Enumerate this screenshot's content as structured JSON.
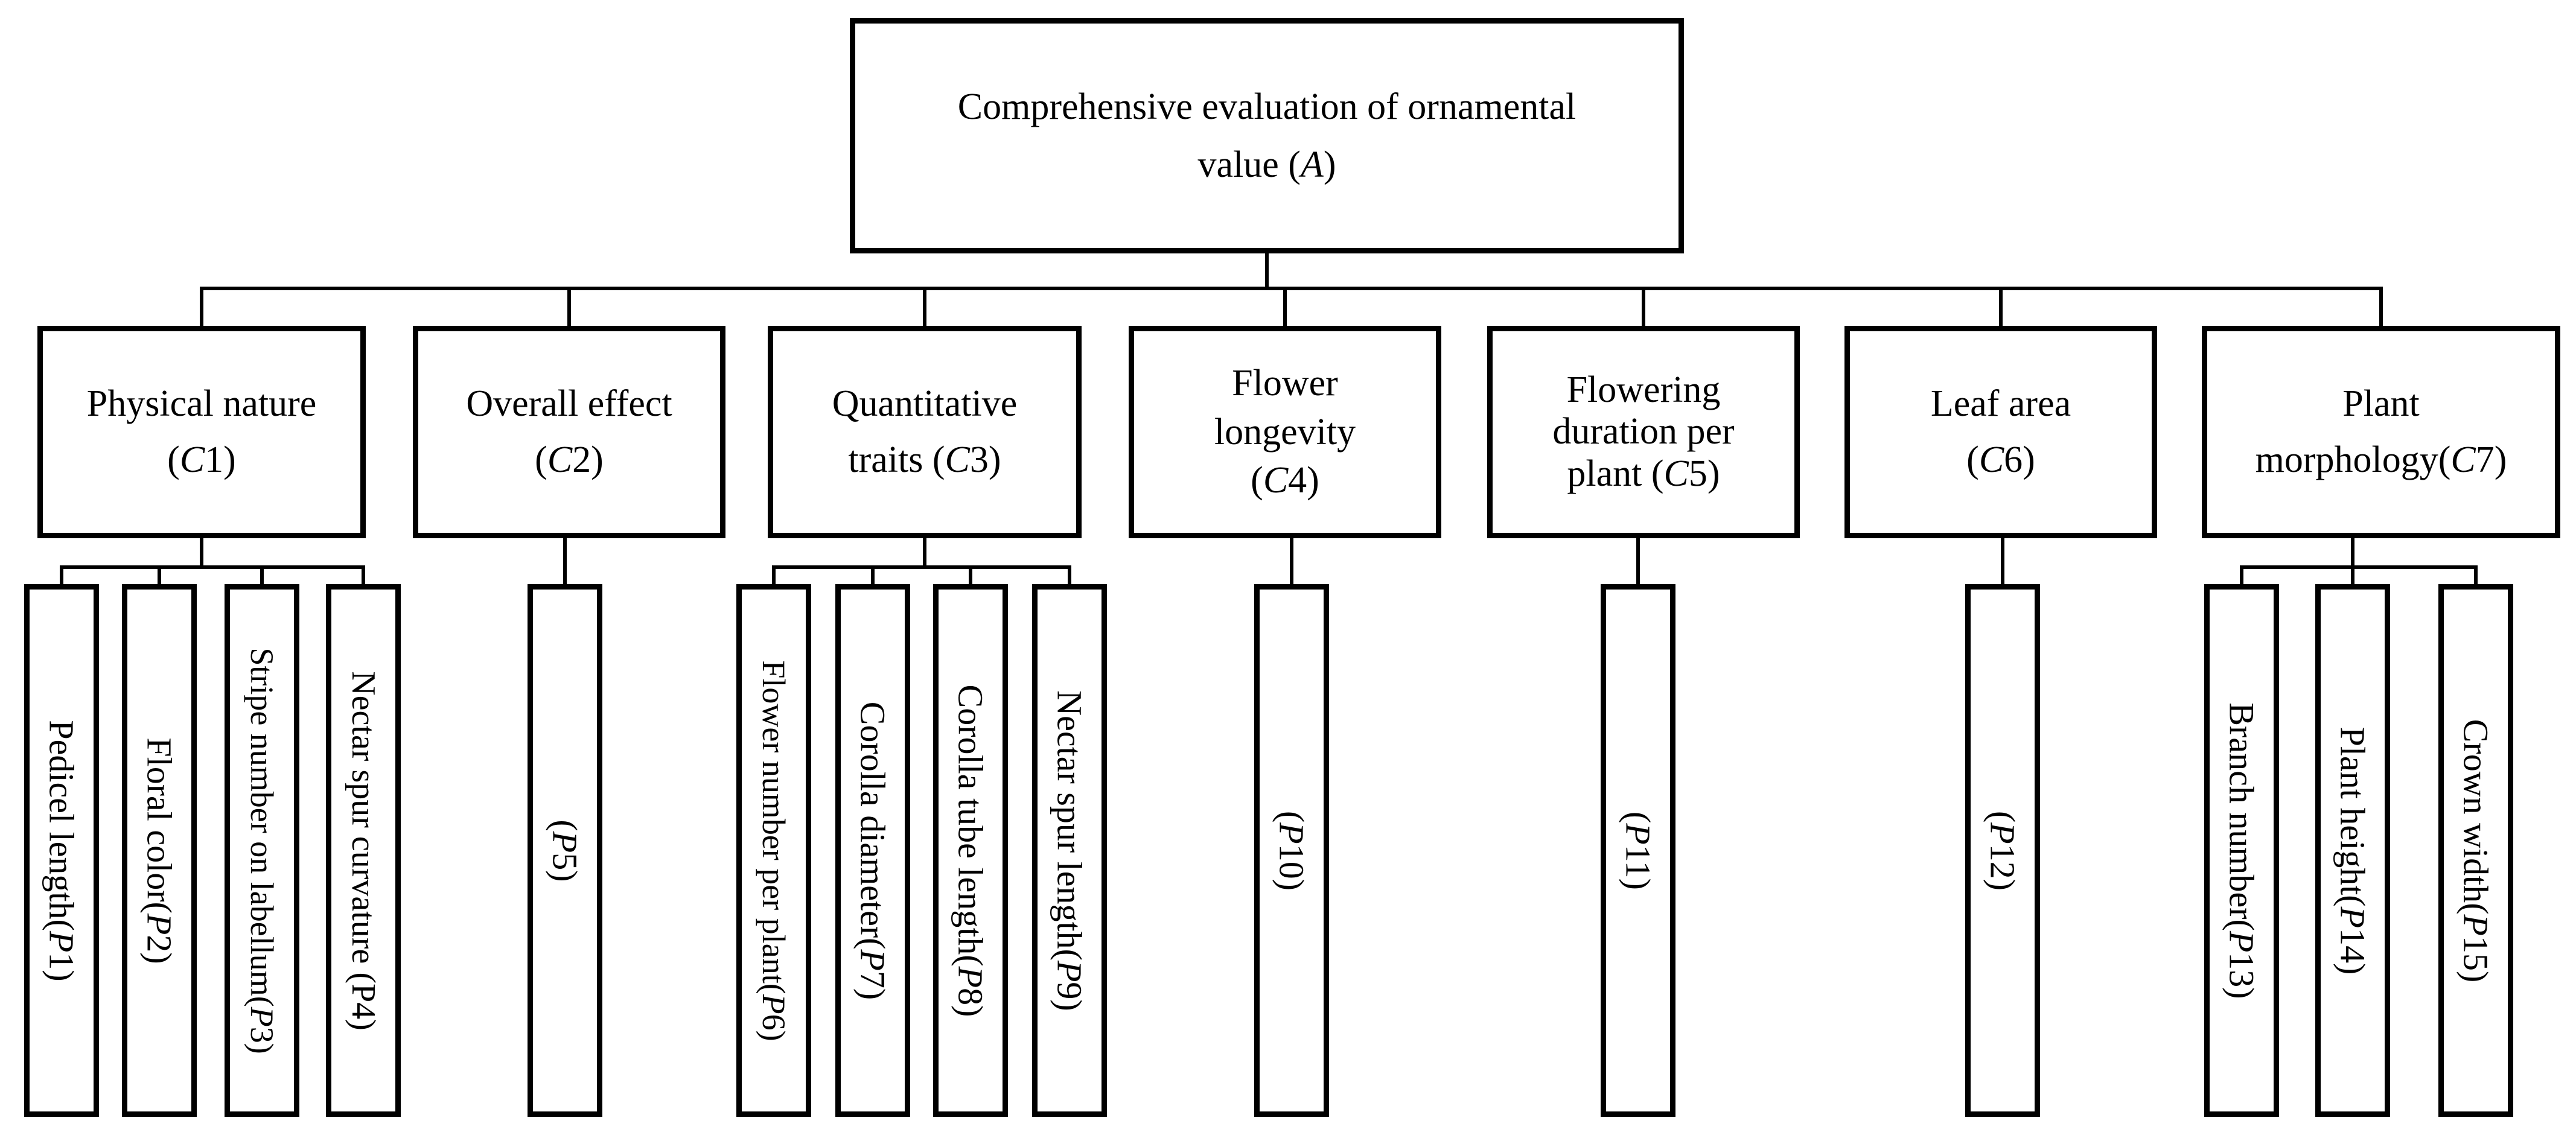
{
  "goal": {
    "pre": "Comprehensive evaluation of ornamental",
    "pre2": "value (",
    "var": "A",
    "post": ")"
  },
  "criteria": [
    {
      "line1": "Physical nature",
      "line2_pre": "(",
      "var": "C",
      "num": "1",
      "line2_post": ")"
    },
    {
      "line1": "Overall effect",
      "line2_pre": "(",
      "var": "C",
      "num": "2",
      "line2_post": ")"
    },
    {
      "line1": "Quantitative",
      "line2_pre": "traits (",
      "var": "C",
      "num": "3",
      "line2_post": ")"
    },
    {
      "line1": "Flower",
      "line1b": "longevity",
      "line2_pre": "(",
      "var": "C",
      "num": "4",
      "line2_post": ")"
    },
    {
      "line1": "Flowering",
      "line1b": "duration per",
      "line2_pre": "plant (",
      "var": "C",
      "num": "5",
      "line2_post": ")"
    },
    {
      "line1": "Leaf area",
      "line2_pre": "(",
      "var": "C",
      "num": "6",
      "line2_post": ")"
    },
    {
      "line1": "Plant",
      "line2_pre": "morphology(",
      "var": "C",
      "num": "7",
      "line2_post": ")"
    }
  ],
  "indicators": [
    {
      "pre": "Pedicel length(",
      "var": "P",
      "num": "1",
      "post": ")"
    },
    {
      "pre": "Floral color(",
      "var": "P",
      "num": "2",
      "post": ")"
    },
    {
      "pre": "Stripe   number on labellum(",
      "var": "P",
      "num": "3",
      "post": ")"
    },
    {
      "pre": "Nectar spur curvature (P4)",
      "var": "",
      "num": "",
      "post": ""
    },
    {
      "pre": "(",
      "var": "P",
      "num": "5",
      "post": ")"
    },
    {
      "pre": "Flower number per plant(",
      "var": "P",
      "num": "6",
      "post": ")"
    },
    {
      "pre": "Corolla diameter(",
      "var": "P",
      "num": "7",
      "post": ")"
    },
    {
      "pre": "Corolla tube length(",
      "var": "P",
      "num": "8",
      "post": ")"
    },
    {
      "pre": "Nectar spur length(",
      "var": "P",
      "num": "9",
      "post": ")"
    },
    {
      "pre": "(",
      "var": "P",
      "num": "10",
      "post": ")"
    },
    {
      "pre": "(",
      "var": "P",
      "num": "11",
      "post": ")"
    },
    {
      "pre": "(",
      "var": "P",
      "num": "12",
      "post": ")"
    },
    {
      "pre": "Branch number(",
      "var": "P",
      "num": "13",
      "post": ")"
    },
    {
      "pre": "Plant height(",
      "var": "P",
      "num": "14",
      "post": ")"
    },
    {
      "pre": "Crown width(",
      "var": "P",
      "num": "15",
      "post": ")"
    }
  ]
}
